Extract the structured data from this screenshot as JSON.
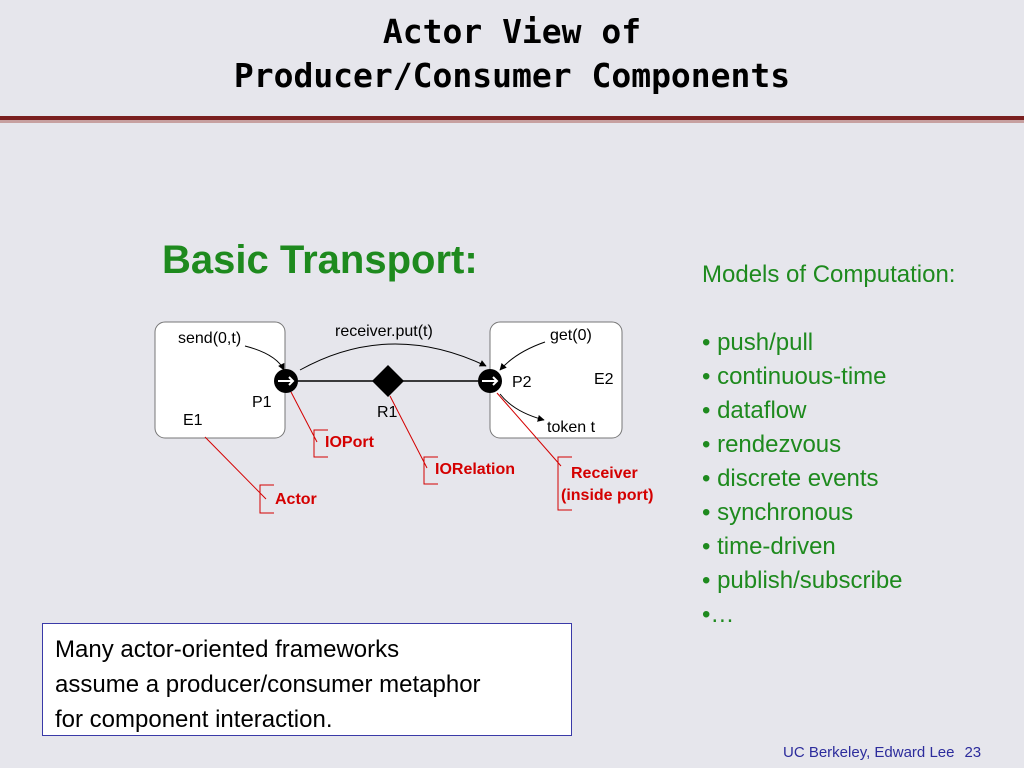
{
  "slide": {
    "title_line1": "Actor View of",
    "title_line2": "Producer/Consumer Components",
    "subtitle": "Basic Transport:"
  },
  "diagram": {
    "send_label": "send(0,t)",
    "put_label": "receiver.put(t)",
    "get_label": "get(0)",
    "p1_label": "P1",
    "p2_label": "P2",
    "e1_label": "E1",
    "e2_label": "E2",
    "r1_label": "R1",
    "token_label": "token t",
    "ioport_label": "IOPort",
    "iorelation_label": "IORelation",
    "actor_label": "Actor",
    "receiver_line1": "Receiver",
    "receiver_line2": "(inside port)"
  },
  "models": {
    "heading": "Models of Computation:",
    "items": [
      "• push/pull",
      "• continuous-time",
      "• dataflow",
      "• rendezvous",
      "• discrete events",
      "• synchronous",
      "• time-driven",
      "• publish/subscribe",
      "•…"
    ]
  },
  "note": {
    "line1": "Many actor-oriented frameworks",
    "line2": "assume a producer/consumer metaphor",
    "line3": "for component interaction."
  },
  "footer": {
    "credit": "UC Berkeley, Edward Lee",
    "page": "23"
  },
  "colors": {
    "accent_green": "#1e8a1e",
    "label_red": "#d40000",
    "divider": "#7a1f1f",
    "footer_blue": "#2c2c9c"
  }
}
